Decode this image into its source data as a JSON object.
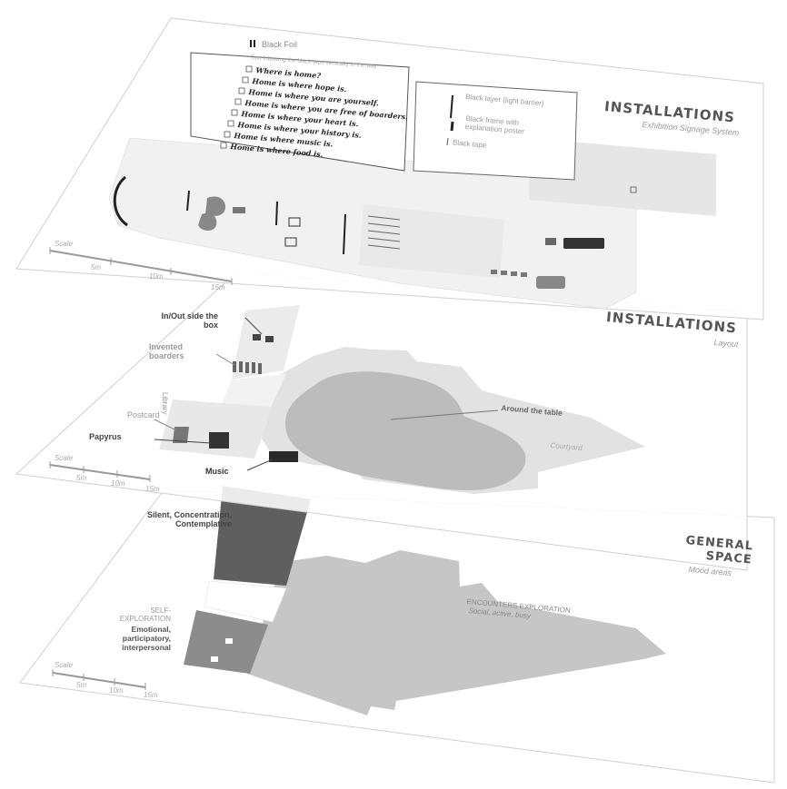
{
  "layers": {
    "top": {
      "title": "INSTALLATIONS",
      "subtitle": "Exhibition Signage System",
      "legend_heading": "Black Foil",
      "legend_note": "Text following the black tape vertically in the wall",
      "checklist": [
        "Where is home?",
        "Home is where hope is.",
        "Home is where you are yourself.",
        "Home is where you are free of boarders.",
        "Home is where your heart is.",
        "Home is where your history is.",
        "Home is where music is.",
        "Home is where food is."
      ],
      "key": {
        "black_layer": "Black layer (light barrier)",
        "black_frame": "Black frame with explanation poster",
        "black_tape": "Black tape"
      },
      "scale": {
        "label": "Scale",
        "marks": [
          "5m",
          "10m",
          "15m"
        ]
      }
    },
    "middle": {
      "title": "INSTALLATIONS",
      "subtitle": "Layout",
      "labels": {
        "in_out": "In/Out side the box",
        "invented": "Invented boarders",
        "postcard": "Postcard",
        "papyrus": "Papyrus",
        "music": "Music",
        "around": "Around the table",
        "courtyard": "Courtyard",
        "library": "Library"
      },
      "scale": {
        "label": "Scale",
        "marks": [
          "5m",
          "10m",
          "15m"
        ]
      }
    },
    "bottom": {
      "title": "GENERAL SPACE",
      "subtitle": "Mood areas",
      "labels": {
        "silent": "Silent, Concentration, Contemplative",
        "self_title": "SELF- EXPLORATION",
        "self_desc": "Emotional, participatory, interpersonal",
        "enc_title": "ENCOUNTERS EXPLORATION",
        "enc_desc": "Social, active, busy"
      },
      "scale": {
        "label": "Scale",
        "marks": [
          "5m",
          "10m",
          "15m"
        ]
      }
    }
  }
}
